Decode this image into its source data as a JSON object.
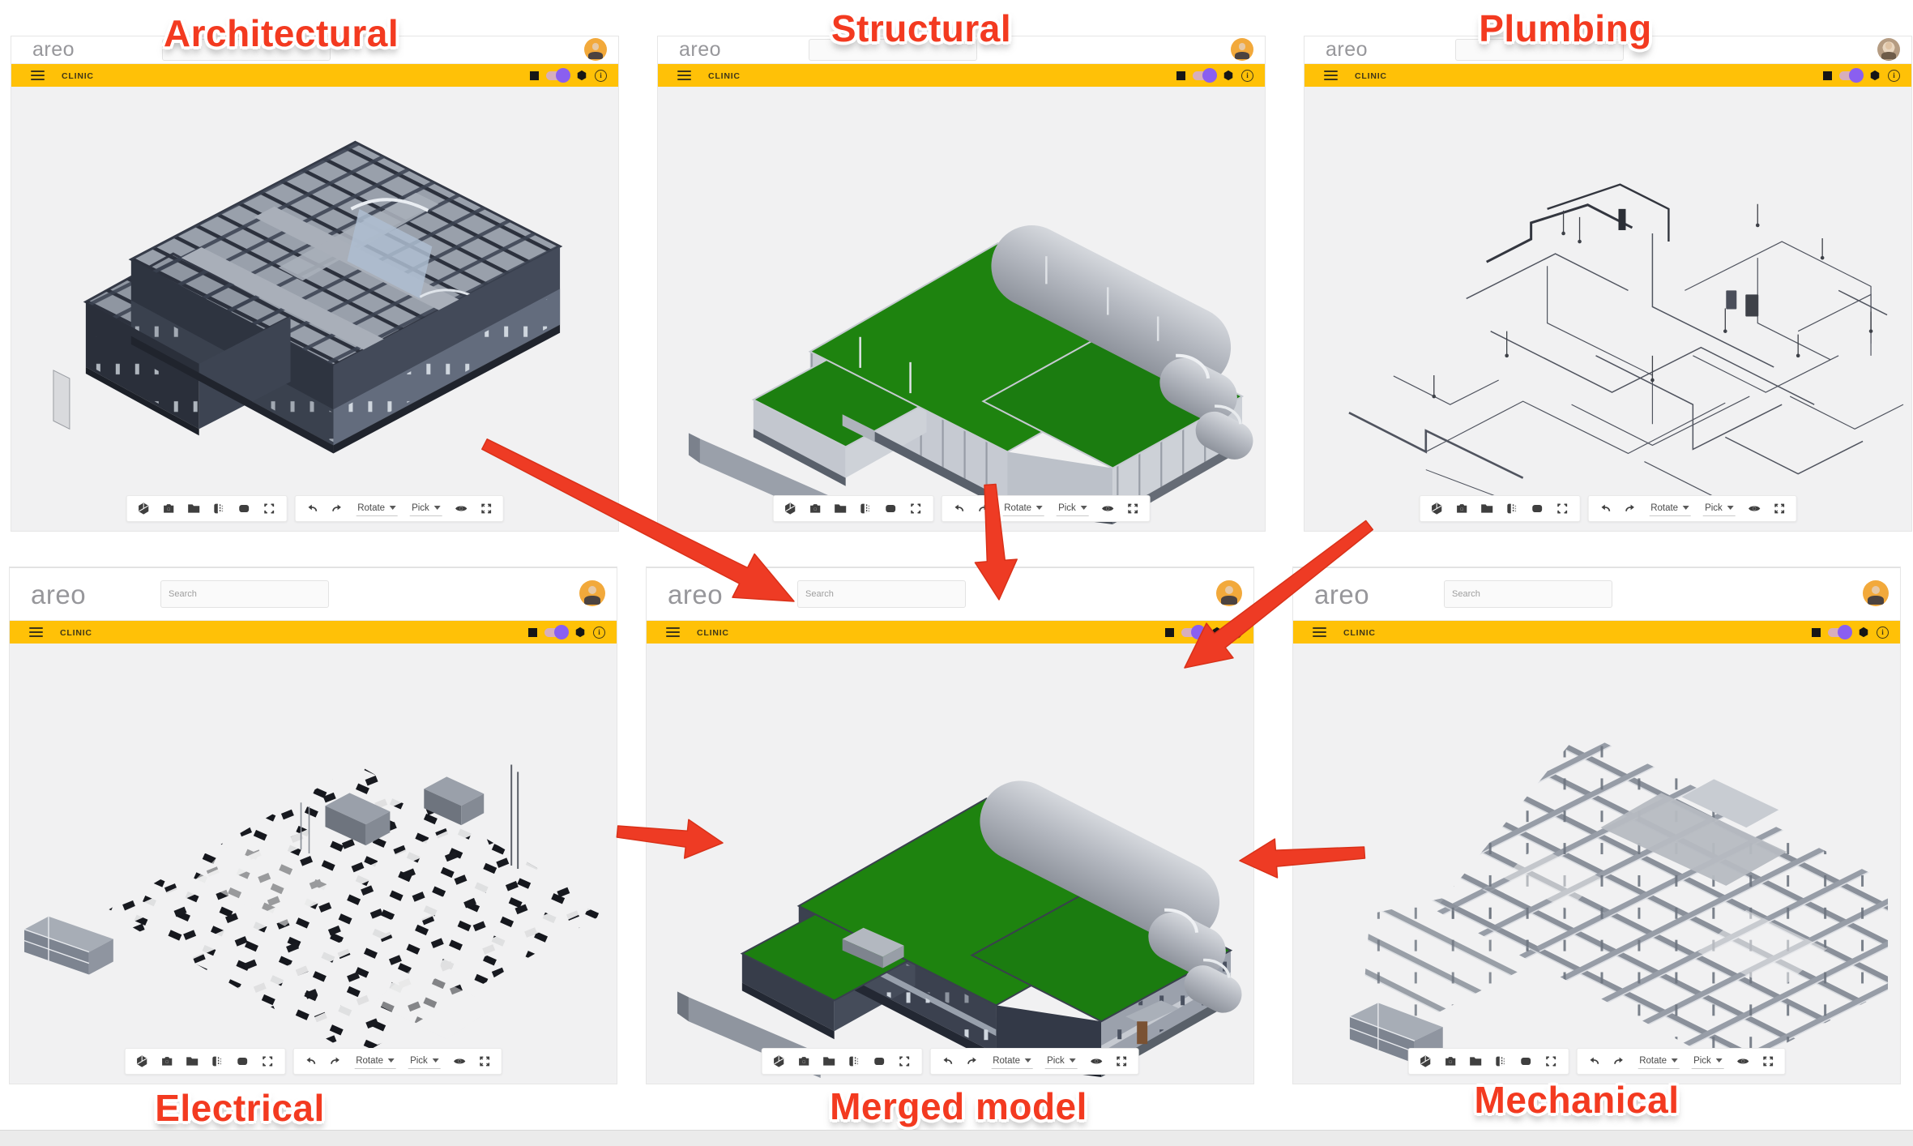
{
  "app": {
    "logo": "areo",
    "project": "CLINIC",
    "toolbar_color": "#ffc107",
    "annotation_color": "#f33a20",
    "arrow_color": "#ee3b24"
  },
  "viewer_toolbar": {
    "rotate_label": "Rotate",
    "pick_label": "Pick",
    "icons": [
      "view-cube",
      "snapshot-camera",
      "files-folder",
      "section-plane",
      "bounds-box",
      "fit-view",
      "undo",
      "redo",
      "rotate-mode-dropdown",
      "pick-mode-dropdown",
      "visibility-eye",
      "expand-arrows"
    ]
  },
  "header_icons": [
    "hamburger-menu",
    "stop-square",
    "theme-toggle",
    "model-cube",
    "info"
  ],
  "panels": [
    {
      "id": "architectural",
      "pos": "r1c1",
      "annotation": "Architectural",
      "search_placeholder": "",
      "avatar": "person"
    },
    {
      "id": "structural",
      "pos": "r1c2",
      "annotation": "Structural",
      "search_placeholder": "",
      "avatar": "person"
    },
    {
      "id": "plumbing",
      "pos": "r1c3",
      "annotation": "Plumbing",
      "search_placeholder": "",
      "avatar": "photo"
    },
    {
      "id": "electrical",
      "pos": "r2c1",
      "annotation": "Electrical",
      "search_placeholder": "Search",
      "avatar": "person"
    },
    {
      "id": "merged",
      "pos": "r2c2",
      "annotation": "Merged model",
      "search_placeholder": "Search",
      "avatar": "person"
    },
    {
      "id": "mechanical",
      "pos": "r2c3",
      "annotation": "Mechanical",
      "search_placeholder": "Search",
      "avatar": "person"
    }
  ],
  "arrows": [
    {
      "from": "architectural",
      "to": "merged"
    },
    {
      "from": "structural",
      "to": "merged"
    },
    {
      "from": "plumbing",
      "to": "merged"
    },
    {
      "from": "electrical",
      "to": "merged"
    },
    {
      "from": "mechanical",
      "to": "merged"
    }
  ]
}
